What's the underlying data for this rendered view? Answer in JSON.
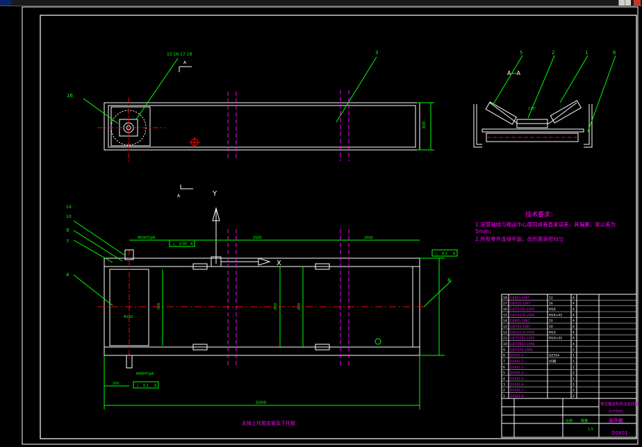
{
  "window": {
    "title": ""
  },
  "drawing": {
    "section_label": "A—A",
    "view_marker": "A",
    "axis_y": "Y",
    "axis_x": "X",
    "part_numbers_top": [
      "15 16 17 18",
      "3",
      "16"
    ],
    "part_numbers_section": [
      "5",
      "2",
      "1",
      "6"
    ],
    "part_numbers_front": [
      "14",
      "10",
      "9",
      "7",
      "4",
      "8"
    ],
    "dimensions": {
      "overall_length": "5000",
      "seg_1": "2500",
      "seg_2": "2000",
      "width_inner": "800",
      "width_frame": "600",
      "shaft_top": "Φ50H7/p6",
      "shaft_bottom": "Φ40H7/p6",
      "height_right": "300",
      "pulley_dia": "Φ250",
      "offset_left": "200",
      "angle": "120°"
    },
    "tolerance_top": [
      "⊥",
      "0.05",
      "A"
    ],
    "tolerance_bottom": [
      "⊥",
      "0.1",
      "A"
    ],
    "tolerance_right": [
      "⊥",
      "0.1",
      "A"
    ],
    "caption_bottom": "去掉上托辊支架及下托辊",
    "tech_req_title": "技术要求：",
    "tech_req_lines": [
      "1.滚筒轴线与输送中心面同桌垂直度误差，其偏置、度公差为",
      "5mm；",
      "2.所有零件连接牢固，齿形面渐密均匀"
    ],
    "title_block": {
      "name_line1": "带式输送机传动及托辊",
      "name_line2": "(L=5m)",
      "designer": "吴华敏",
      "drawing_no": "DSX01",
      "scale_label": "比例",
      "qty_label": "数量",
      "scale_value": "1:5"
    },
    "bom_rows": [
      {
        "no": "18",
        "code": "GB893-1987",
        "name": "",
        "qty": "12",
        "remark": "4"
      },
      {
        "no": "17",
        "code": "GB/T93-1987",
        "name": "",
        "qty": "16",
        "remark": "4"
      },
      {
        "no": "16",
        "code": "GB/T5783-2000",
        "name": "",
        "qty": "M16",
        "remark": "4"
      },
      {
        "no": "15",
        "code": "GB/T6170-2000",
        "name": "",
        "qty": "M16×45",
        "remark": "4"
      },
      {
        "no": "14",
        "code": "GB893-1987",
        "name": "",
        "qty": "10",
        "remark": "4"
      },
      {
        "no": "13",
        "code": "GB/T93-1987",
        "name": "",
        "qty": "10",
        "remark": "4"
      },
      {
        "no": "12",
        "code": "GB/T6170-2000",
        "name": "",
        "qty": "M10",
        "remark": "4"
      },
      {
        "no": "11",
        "code": "GB/T5782-2000",
        "name": "",
        "qty": "M10×35",
        "remark": "4"
      },
      {
        "no": "10",
        "code": "GB/T7813-1998",
        "name": "",
        "qty": "",
        "remark": "4"
      },
      {
        "no": "9",
        "code": "GB/T276-1994",
        "name": "",
        "qty": "",
        "remark": "2"
      },
      {
        "no": "8",
        "code": "DSX01-2",
        "name": "",
        "qty": "Q235A",
        "remark": "1"
      },
      {
        "no": "7",
        "code": "DSX01-1",
        "name": "",
        "qty": "45钢",
        "remark": "1"
      },
      {
        "no": "6",
        "code": "DSX01-3",
        "name": "",
        "qty": "",
        "remark": "2"
      },
      {
        "no": "5",
        "code": "DSX01-4",
        "name": "",
        "qty": "",
        "remark": "2"
      },
      {
        "no": "4",
        "code": "DSX01-5",
        "name": "",
        "qty": "",
        "remark": "1"
      },
      {
        "no": "3",
        "code": "DSX01-6",
        "name": "",
        "qty": "",
        "remark": "2"
      },
      {
        "no": "2",
        "code": "DSX01-7",
        "name": "",
        "qty": "",
        "remark": "2"
      },
      {
        "no": "1",
        "code": "DSX01-8",
        "name": "",
        "qty": "",
        "remark": "2"
      }
    ]
  },
  "colors": {
    "lines": "#ffffff",
    "dims": "#00ff00",
    "center": "#ff0000",
    "hidden": "#ff00ff",
    "text_magenta": "#ff00ff",
    "title_green": "#00ff00"
  }
}
